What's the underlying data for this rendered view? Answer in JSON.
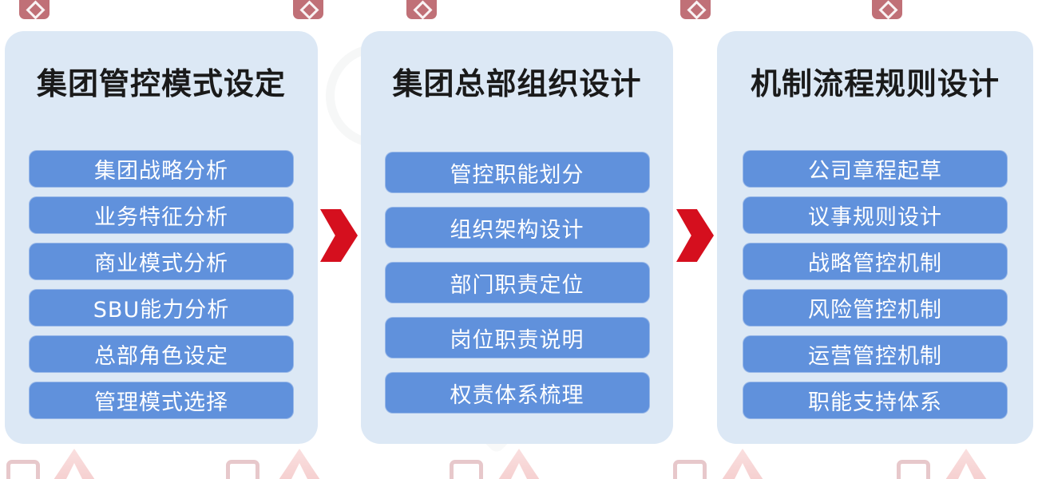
{
  "panels": [
    {
      "title": "集团管控模式设定",
      "items": [
        "集团战略分析",
        "业务特征分析",
        "商业模式分析",
        "SBU能力分析",
        "总部角色设定",
        "管理模式选择"
      ]
    },
    {
      "title": "集团总部组织设计",
      "items": [
        "管控职能划分",
        "组织架构设计",
        "部门职责定位",
        "岗位职责说明",
        "权责体系梳理"
      ]
    },
    {
      "title": "机制流程规则设计",
      "items": [
        "公司章程起草",
        "议事规则设计",
        "战略管控机制",
        "风险管控机制",
        "运营管控机制",
        "职能支持体系"
      ]
    }
  ],
  "icons": {
    "chevron-right-icon": "css-clip-path-thick-chevron",
    "watermark-logo-icon": "css-red-rounded-square-with-white-diamond",
    "watermark-mountain-icon": "css-pink-hollow-triangle",
    "watermark-frame-icon": "css-red-square-outline"
  },
  "colors": {
    "panel_bg": "#dce8f5",
    "item_bg": "#6091dc",
    "item_text": "#ffffff",
    "title_text": "#1a1a1a",
    "arrow_red": "#d50f1e",
    "watermark_red": "#a93a44",
    "watermark_pink": "#e06a6a",
    "canvas_bg": "#ffffff"
  }
}
